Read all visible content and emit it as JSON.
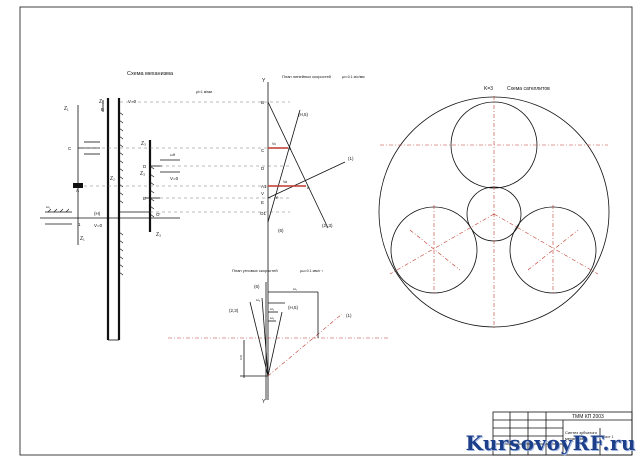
{
  "mechanism": {
    "title": "Схема механизма",
    "scale": "μl=1 м/мм",
    "labels": {
      "z1": "Z₁",
      "z2": "Z₂",
      "z2b": "Z₂",
      "z3": "Z₃",
      "z3b": "Z₃",
      "B": "B",
      "C": "C",
      "A": "A",
      "D": "D",
      "E": "E",
      "O": "O'",
      "H": "(H)",
      "one": "1",
      "vb": "V=0",
      "vd": "V=0",
      "vh": "V=0",
      "w1": "ω₁",
      "wh": "ωH"
    }
  },
  "linear": {
    "title": "План линейных скоростей",
    "scale": "μv=0.1 м/с/мм",
    "labels": {
      "y_top": "Y",
      "B": "B",
      "C": "C",
      "D": "D",
      "A1": "A1",
      "V": "V",
      "E": "E",
      "O1": "O1",
      "H5": "(H,5)",
      "one": "(1)",
      "b": "b",
      "a": "a",
      "c": "c",
      "e": "e",
      "six": "(6)",
      "two3": "(2, 3)",
      "vc": "Vc",
      "va": "Va"
    }
  },
  "angular": {
    "title": "План угловых скоростей",
    "scale": "μω=0.1 мм/с⁻¹",
    "labels": {
      "six": "(6)",
      "two3": "(2,3)",
      "H5": "(H,5)",
      "one": "(1)",
      "w6": "ω₆",
      "w1": "ω₁",
      "w2": "ω₂",
      "w3": "ω₃",
      "y_bottom": "Y",
      "h": "h=0"
    }
  },
  "satellites": {
    "title": "Схема сателлитов",
    "k": "K=3"
  },
  "title_block": {
    "code": "ТММ КП 2003",
    "name_line1": "Синтез зубчатого",
    "name_line2": "механизма",
    "sheet": "Лист 1"
  },
  "watermark": "KursovoyRF.ru"
}
